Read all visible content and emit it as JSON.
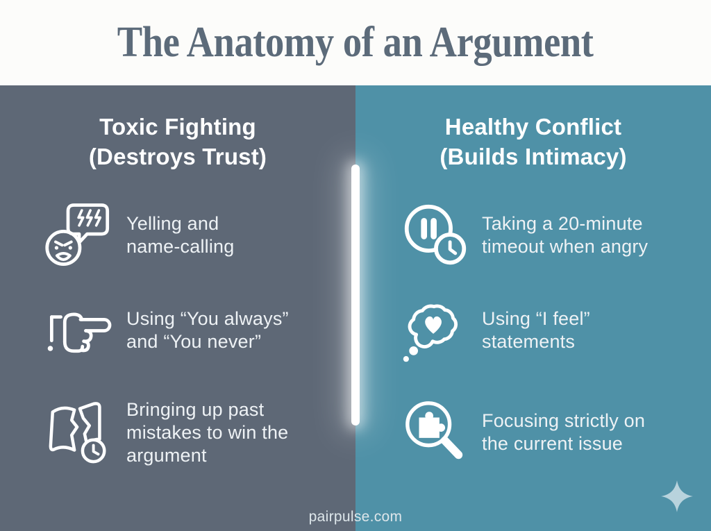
{
  "title": "The Anatomy of an Argument",
  "colors": {
    "header_bg": "#fcfcfa",
    "title_color": "#5c6b7a",
    "left_bg": "#5e6876",
    "right_bg": "#4f91a7",
    "divider": "#ffffff",
    "heading_text": "#ffffff",
    "item_text": "#eef2f5",
    "footer_text": "#dde6ea",
    "sparkle": "#cfe2ea"
  },
  "left_column": {
    "heading": "Toxic Fighting\n(Destroys Trust)",
    "items": [
      {
        "icon": "angry-face-speech-bubble-icon",
        "text": "Yelling and\nname-calling"
      },
      {
        "icon": "pointing-hand-icon",
        "text": "Using “You always”\nand “You never”"
      },
      {
        "icon": "torn-book-clock-icon",
        "text": "Bringing up past\nmistakes to win the\nargument"
      }
    ]
  },
  "right_column": {
    "heading": "Healthy Conflict\n(Builds Intimacy)",
    "items": [
      {
        "icon": "pause-timeout-clock-icon",
        "text": "Taking a 20-minute\ntimeout when angry"
      },
      {
        "icon": "thought-bubble-heart-icon",
        "text": "Using “I feel”\nstatements"
      },
      {
        "icon": "magnifier-puzzle-icon",
        "text": "Focusing strictly on\nthe current issue"
      }
    ]
  },
  "footer": {
    "site": "pairpulse.com"
  }
}
